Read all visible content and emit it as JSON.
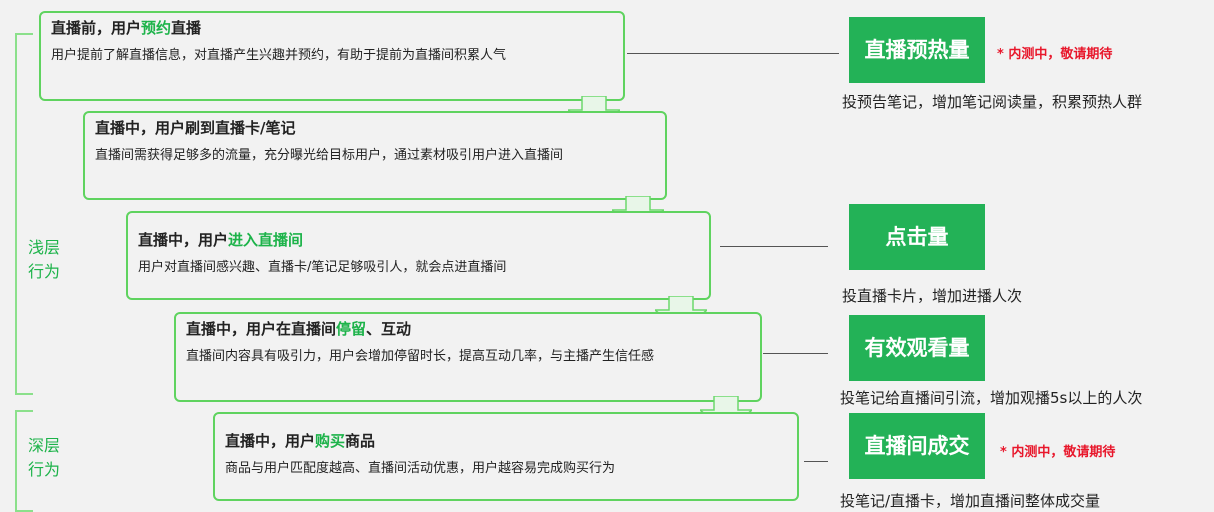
{
  "steps": [
    {
      "title_pre": "直播前，用户",
      "title_hl": "预约",
      "title_post": "直播",
      "desc": "用户提前了解直播信息，对直播产生兴趣并预约，有助于提前为直播间积累人气"
    },
    {
      "title_pre": "直播中，用户刷到直播卡/笔记",
      "title_hl": "",
      "title_post": "",
      "desc": "直播间需获得足够多的流量，充分曝光给目标用户，通过素材吸引用户进入直播间"
    },
    {
      "title_pre": "直播中，用户",
      "title_hl": "进入直播间",
      "title_post": "",
      "desc": "用户对直播间感兴趣、直播卡/笔记足够吸引人，就会点进直播间"
    },
    {
      "title_pre": "直播中，用户在直播间",
      "title_hl": "停留",
      "title_post": "、互动",
      "desc": "直播间内容具有吸引力，用户会增加停留时长，提高互动几率，与主播产生信任感"
    },
    {
      "title_pre": "直播中，用户",
      "title_hl": "购买",
      "title_post": "商品",
      "desc": "商品与用户匹配度越高、直播间活动优惠，用户越容易完成购买行为"
    }
  ],
  "metrics": [
    {
      "label": "直播预热量",
      "note": "* 内测中，敬请期待",
      "desc": "投预告笔记，增加笔记阅读量，积累预热人群"
    },
    {
      "label": "点击量",
      "note": "",
      "desc": "投直播卡片，增加进播人次"
    },
    {
      "label": "有效观看量",
      "note": "",
      "desc": "投笔记给直播间引流，增加观播5s以上的人次"
    },
    {
      "label": "直播间成交",
      "note": "* 内测中，敬请期待",
      "desc": "投笔记/直播卡，增加直播间整体成交量"
    }
  ],
  "stages": [
    {
      "label": "浅层行为"
    },
    {
      "label": "深层行为"
    }
  ],
  "colors": {
    "accent": "#23b257",
    "border": "#5fd35f",
    "note": "#e8172b"
  }
}
